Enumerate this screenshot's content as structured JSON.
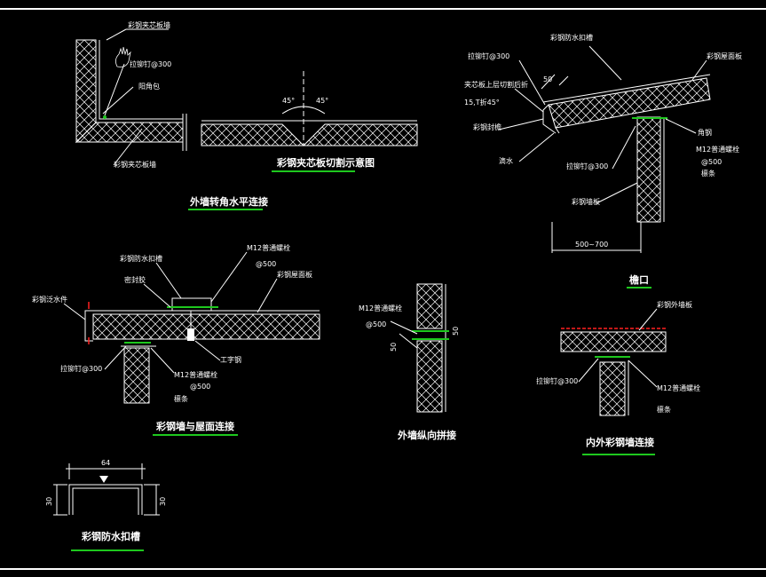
{
  "colors": {
    "background": "#000000",
    "line": "#ffffff",
    "accent_green": "#1ec81e",
    "accent_red": "#ff2020"
  },
  "detail1": {
    "top_label": "彩钢夹芯板墙",
    "rivet_label": "拉铆钉@300",
    "corner_label": "阳角包",
    "bottom_label": "彩钢夹芯板墙",
    "title": "外墙转角水平连接"
  },
  "detail2": {
    "angle_left": "45°",
    "angle_right": "45°",
    "title": "彩钢夹芯板切割示意图"
  },
  "detail3": {
    "rivet_label": "拉铆钉@300",
    "angle_label": "夹芯板上层切割后折",
    "spec_label": "15,T折45°",
    "dim_50": "50",
    "seal_label": "彩钢封檐",
    "drip_label": "滴水",
    "roof_cap_label": "彩钢防水扣槽",
    "roof_panel_label": "彩钢屋面板",
    "angle_steel": "角钢",
    "bolt_label": "M12普通螺栓",
    "bolt_spacing": "@500",
    "purlin": "檩条",
    "rivet2": "拉铆钉@300",
    "wall_label": "彩钢墙板",
    "dim_range": "500~700",
    "title": "檐口"
  },
  "detail4": {
    "cap_label": "彩钢防水扣槽",
    "bolt_label": "M12普通螺栓",
    "bolt_spacing": "@500",
    "sealant": "密封胶",
    "roof_panel": "彩钢屋面板",
    "flashing": "彩钢泛水件",
    "rivet": "拉铆钉@300",
    "i_beam": "工字钢",
    "bolt2": "M12普通螺栓",
    "bolt2_spacing": "@500",
    "purlin": "檩条",
    "title": "彩钢墙与屋面连接"
  },
  "detail5": {
    "bolt_label": "M12普通螺栓",
    "bolt_spacing": "@500",
    "dim_a": "50",
    "dim_b": "50",
    "title": "外墙纵向拼接"
  },
  "detail6": {
    "wall_label": "彩钢外墙板",
    "rivet": "拉铆钉@300",
    "bolt": "M12普通螺栓",
    "purlin": "檩条",
    "title": "内外彩钢墙连接"
  },
  "detail7": {
    "width": "64",
    "left_h": "30",
    "right_h": "30",
    "title": "彩钢防水扣槽"
  }
}
